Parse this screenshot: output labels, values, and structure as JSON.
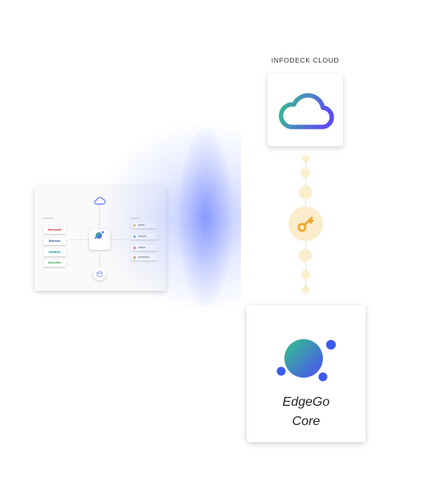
{
  "cloud": {
    "label": "INFODECK CLOUD",
    "icon": "cloud-icon"
  },
  "connector": {
    "icon": "key-icon",
    "accent": "#f0a522",
    "dot_color": "#fbeecc"
  },
  "core": {
    "title_line1": "EdgeGo",
    "title_line2": "Core",
    "icon": "orbit-logo-icon"
  },
  "mini_diagram": {
    "brand_logos": [
      "Honeywell",
      "Emerson",
      "SIEMENS",
      "Schneider"
    ],
    "brand_colors": [
      "#d42020",
      "#1d4b8f",
      "#119a9a",
      "#2e9a3a"
    ],
    "right_tile_count": 4,
    "icons": [
      "cloud-icon",
      "database-icon"
    ]
  },
  "colors": {
    "gradient_start": "#34c48a",
    "gradient_end": "#5b4ef5",
    "beam": "#7c8cff"
  }
}
